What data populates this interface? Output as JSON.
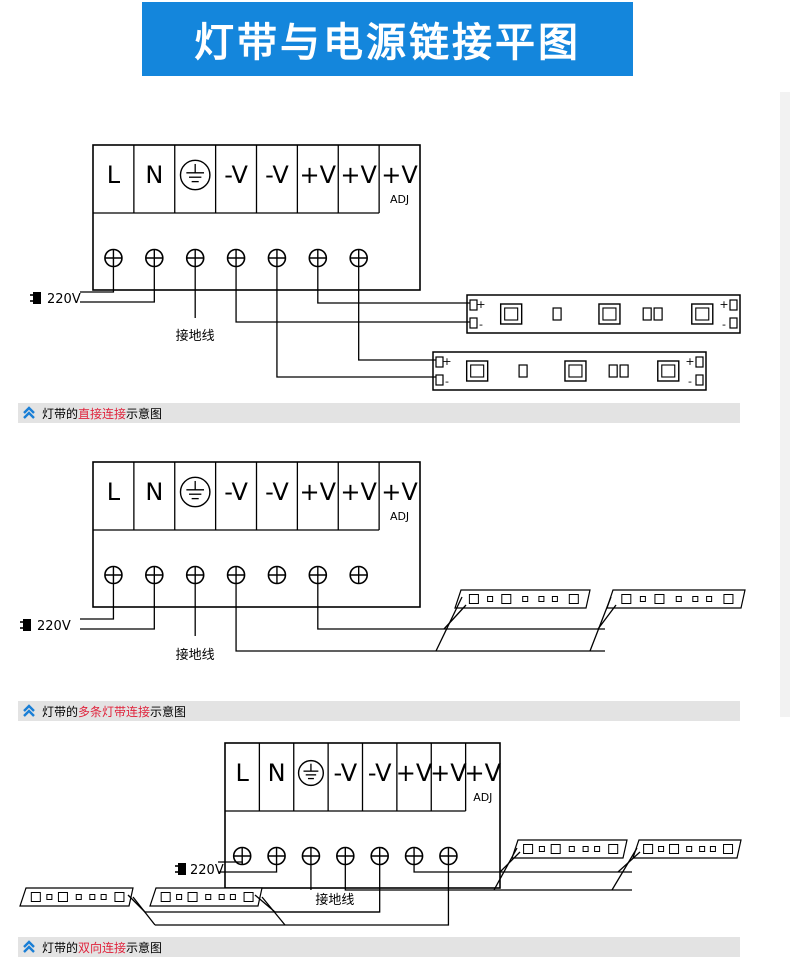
{
  "title": "灯带与电源链接平图",
  "terminal_labels": [
    "L",
    "N",
    "⏚",
    "-V",
    "-V",
    "+V",
    "+V",
    "+V"
  ],
  "adj_label": "ADJ",
  "voltage_label": "220V",
  "ground_wire_label": "接地线",
  "strip_plus": "+",
  "strip_minus": "-",
  "diagrams": [
    {
      "caption_prefix": "灯带的",
      "caption_highlight": "直接连接",
      "caption_suffix": "示意图"
    },
    {
      "caption_prefix": "灯带的",
      "caption_highlight": "多条灯带连接",
      "caption_suffix": "示意图"
    },
    {
      "caption_prefix": "灯带的",
      "caption_highlight": "双向连接",
      "caption_suffix": "示意图"
    }
  ],
  "colors": {
    "banner": "#1486dc",
    "highlight": "#e0233c",
    "caption_bg": "#e3e3e3",
    "icon": "#1a7fd6"
  }
}
